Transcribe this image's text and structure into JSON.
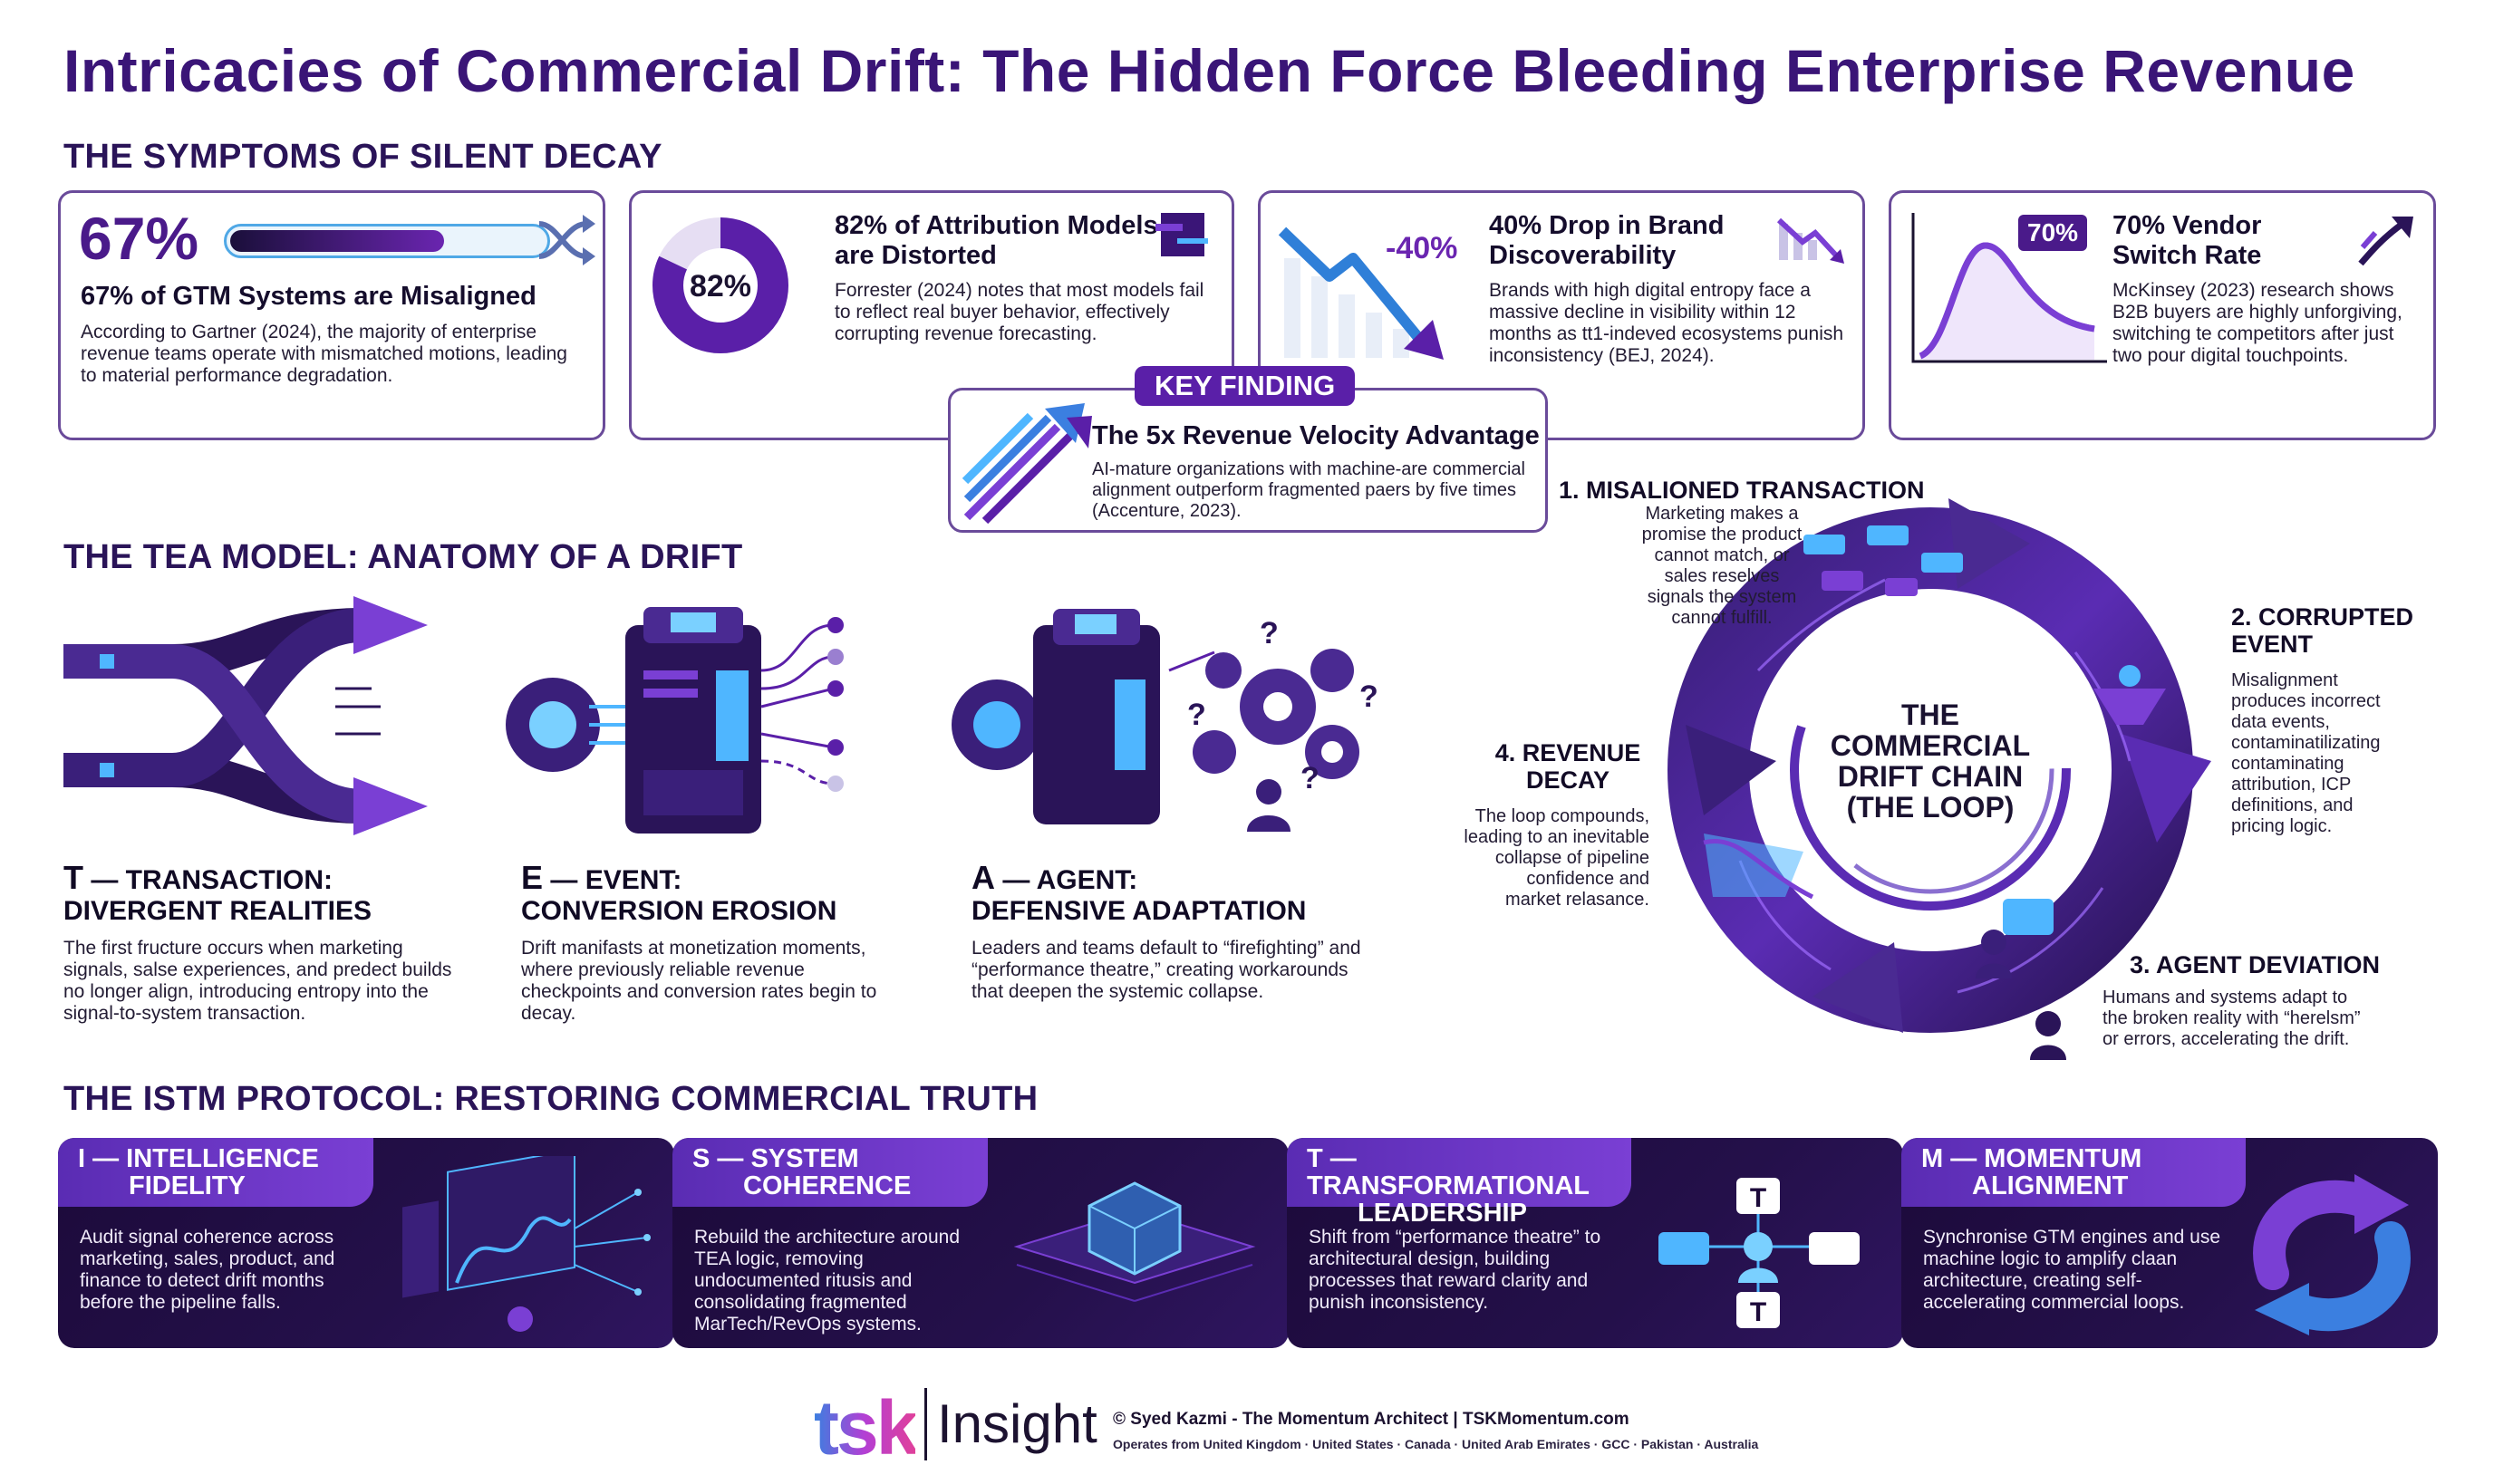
{
  "title": "Intricacies of Commercial Drift: The Hidden Force Bleeding Enterprise Revenue",
  "symptoms": {
    "heading": "THE SYMPTOMS OF SILENT DECAY",
    "cards": [
      {
        "stat": "67%",
        "headline": "67% of GTM Systems are Misaligned",
        "body": "According to Gartner (2024), the majority of enterprise revenue teams operate with mismatched motions, leading to material performance degradation.",
        "progress": 0.67,
        "icon": "shuffle-icon"
      },
      {
        "stat": "82%",
        "headline": "82% of Attribution Models are Distorted",
        "body": "Forrester (2024) notes that most models fail to reflect real buyer behavior, effectively corrupting revenue forecasting.",
        "donut": 0.82,
        "icon": "glitch-square-icon"
      },
      {
        "stat": "-40%",
        "headline": "40% Drop in Brand Discoverability",
        "body": "Brands with high digital entropy face a massive decline in visibility within 12 months as tt1-indeved ecosystems punish inconsistency (BEJ, 2024).",
        "icon": "trend-down-icon"
      },
      {
        "stat": "70%",
        "headline": "70% Vendor Switch Rate",
        "body": "McKinsey (2023) research shows B2B buyers are highly unforgiving, switching te competitors after just two pour digital touchpoints.",
        "icon": "switch-arrow-icon"
      }
    ]
  },
  "key_finding": {
    "tag": "KEY FINDING",
    "headline": "The 5x Revenue Velocity Advantage",
    "body": "AI-mature organizations with machine-are commercial alignment outperform fragmented paers by five times (Accenture, 2023)."
  },
  "tea": {
    "heading": "THE TEA MODEL: ANATOMY OF A DRIFT",
    "items": [
      {
        "letter": "T",
        "label": "— TRANSACTION:",
        "sub": "DIVERGENT REALITIES",
        "body": "The first fructure occurs when marketing signals, salse experiences, and predect builds no longer align, introducing entropy into the signal-to-system transaction."
      },
      {
        "letter": "E",
        "label": "— EVENT:",
        "sub": "CONVERSION EROSION",
        "body": "Drift manifasts at monetization moments, where previously reliable revenue checkpoints and conversion rates begin to decay."
      },
      {
        "letter": "A",
        "label": "— AGENT:",
        "sub": "DEFENSIVE ADAPTATION",
        "body": "Leaders and teams default to “firefighting” and “performance theatre,” creating workarounds that deepen the systemic collapse."
      }
    ]
  },
  "loop": {
    "center": [
      "THE",
      "COMMERCIAL",
      "DRIFT CHAIN",
      "(THE LOOP)"
    ],
    "steps": [
      {
        "title": "1. MISALIONED TRANSACTION",
        "body": [
          "Marketing makes a",
          "promise the product",
          "cannot match, or",
          "sales reselves",
          "signals the system",
          "cannot fulfill."
        ]
      },
      {
        "title": "2. CORRUPTED EVENT",
        "body": [
          "Misalignment",
          "produces incorrect",
          "data events,",
          "contaminatilizating",
          "contaminating",
          "attribution, ICP",
          "definitions, and",
          "pricing logic."
        ]
      },
      {
        "title": "3. AGENT DEVIATION",
        "body": [
          "Humans and systems adapt to",
          "the broken reality with “herelsm”",
          "or errors, accelerating the drift."
        ]
      },
      {
        "title": "4. REVENUE DECAY",
        "body": [
          "The loop compounds,",
          "leading to an inevitable",
          "collapse of pipeline",
          "confidence and",
          "market relasance."
        ]
      }
    ]
  },
  "istm": {
    "heading": "THE ISTM PROTOCOL: RESTORING COMMERCIAL TRUTH",
    "items": [
      {
        "title_1": "I — INTELLIGENCE",
        "title_2": "FIDELITY",
        "body": "Audit signal coherence across marketing, sales, product, and finance to detect drift months before the pipeline falls."
      },
      {
        "title_1": "S — SYSTEM",
        "title_2": "COHERENCE",
        "body": "Rebuild the architecture around TEA logic, removing undocumented ritusis and consolidating fragmented MarTech/RevOps systems."
      },
      {
        "title_1": "T — TRANSFORMATIONAL",
        "title_2": "LEADERSHIP",
        "body": "Shift from “performance theatre” to architectural design, building processes that reward clarity and punish inconsistency."
      },
      {
        "title_1": "M — MOMENTUM",
        "title_2": "ALIGNMENT",
        "body": "Synchronise GTM engines and use machine logic to amplify claan architecture, creating self-accelerating commercial loops."
      }
    ]
  },
  "footer": {
    "logo_tsk": "tsk",
    "logo_insight": "Insight",
    "credit": "© Syed Kazmi - The Momentum Architect | TSKMomentum.com",
    "operations": "Operates from United Kingdom · United States · Canada · United Arab Emirates · GCC · Pakistan · Australia"
  },
  "colors": {
    "primary": "#3a1577",
    "accent": "#6a25b0",
    "dark": "#1c0a3a",
    "highlight": "#4fb6ff"
  }
}
